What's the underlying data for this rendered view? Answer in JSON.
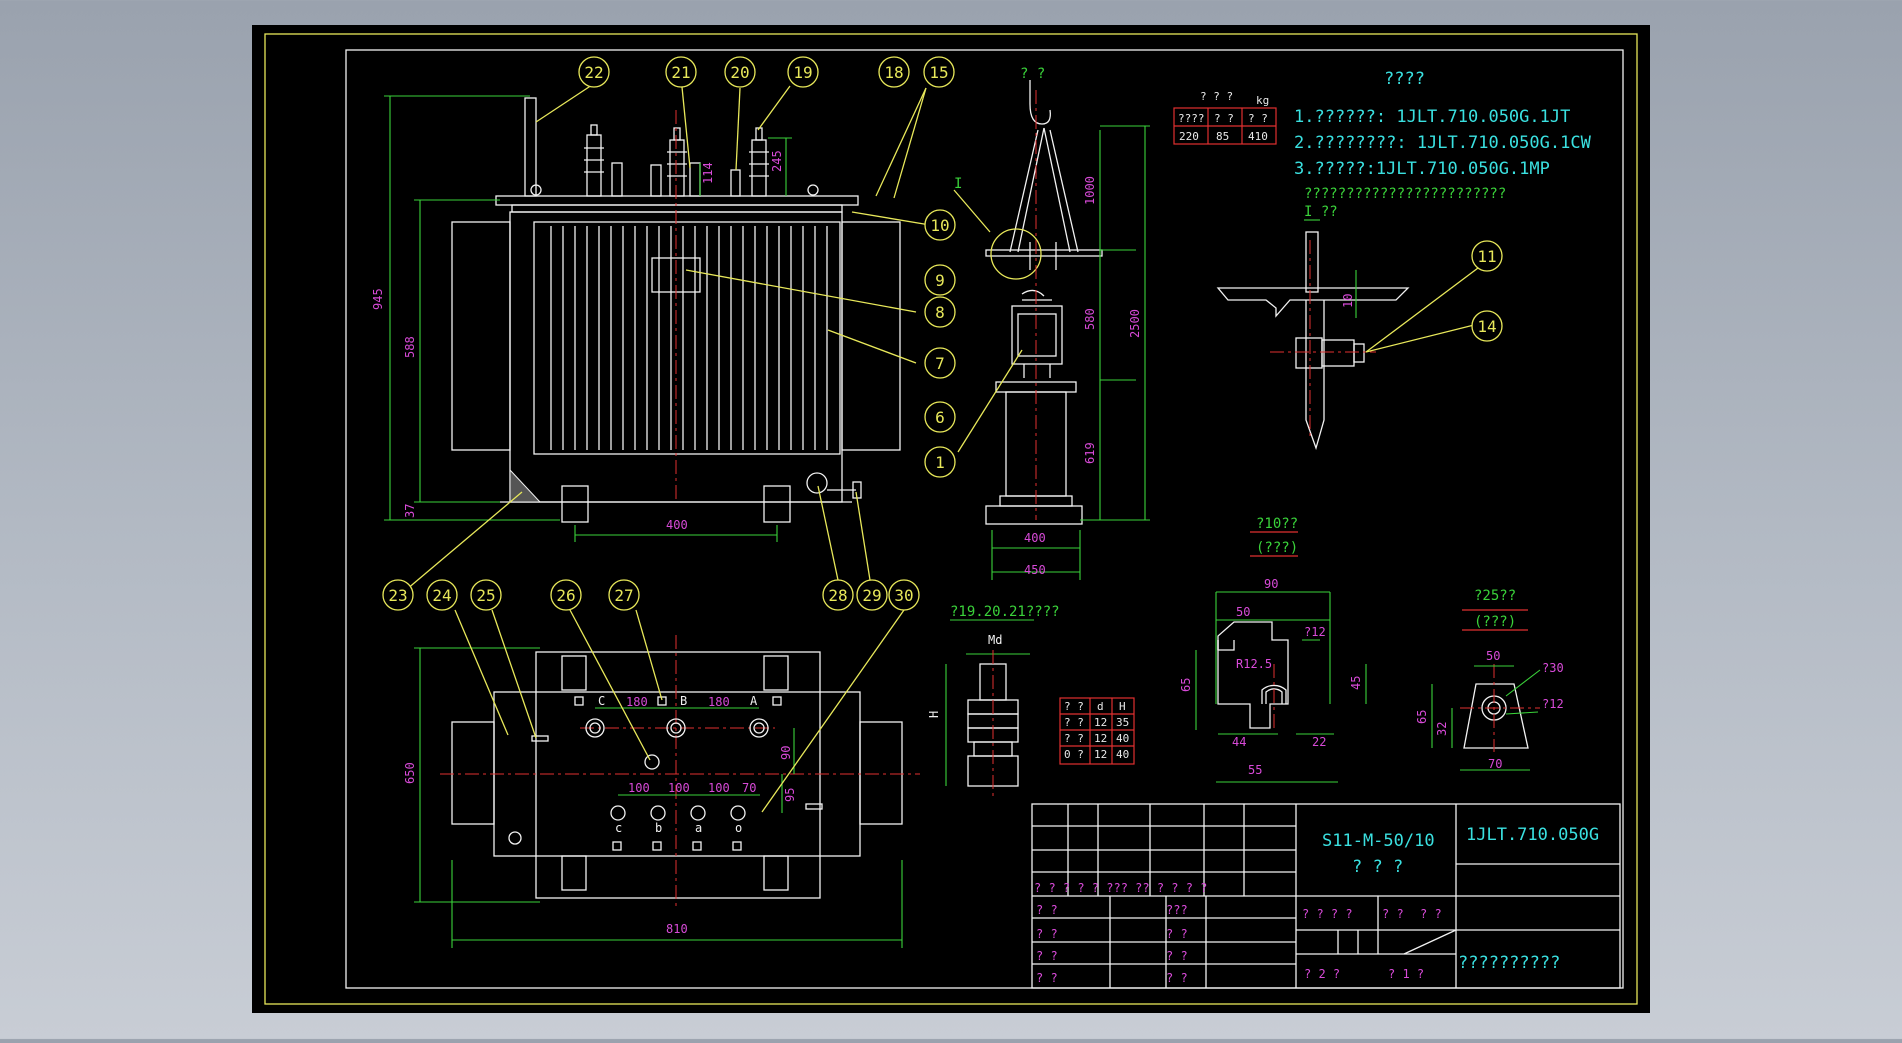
{
  "colors": {
    "background_top": "#9aa2ae",
    "sheet": "#000000",
    "frame_yellow": "#e8e85a",
    "outline_white": "#f2f2f2",
    "dimension_green": "#3ad23a",
    "dimension_text_magenta": "#d84ad8",
    "centerline_red": "#e03030",
    "note_cyan": "#3ae0e0"
  },
  "balloons": [
    "22",
    "21",
    "20",
    "19",
    "18",
    "15",
    "10",
    "9",
    "8",
    "7",
    "6",
    "1",
    "23",
    "24",
    "25",
    "26",
    "27",
    "28",
    "29",
    "30",
    "11",
    "14"
  ],
  "dims": {
    "d945": "945",
    "d588": "588",
    "d37": "37",
    "d400": "400",
    "d245": "245",
    "d114": "114",
    "d1000": "1000",
    "d580": "580",
    "d619": "619",
    "d2500": "2500",
    "d400b": "400",
    "d450": "450",
    "d10": "10",
    "d650": "650",
    "d810": "810",
    "d180a": "180",
    "d180b": "180",
    "d90": "90",
    "d100a": "100",
    "d100b": "100",
    "d100c": "100",
    "d70": "70",
    "d95": "95",
    "labels_hv": [
      "C",
      "B",
      "A"
    ],
    "labels_lv": [
      "c",
      "b",
      "a",
      "o"
    ]
  },
  "weights": {
    "unit": "kg",
    "header_title": "? ? ?",
    "cols": [
      "????",
      "? ?",
      "? ?"
    ],
    "values": [
      "220",
      "85",
      "410"
    ]
  },
  "notes": {
    "title": "????",
    "lines": [
      "1.??????: 1JLT.710.050G.1JT",
      "2.????????: 1JLT.710.050G.1CW",
      "3.?????:1JLT.710.050G.1MP"
    ],
    "extra": "????????????????????????"
  },
  "views": {
    "detail_I_label": "I",
    "detail_I_title": "I ??",
    "lifting_label": "? ?",
    "bolt_title": "?19.20.21????",
    "bolt_md": "Md",
    "bolt_h": "H",
    "part10_title": "?10??",
    "part10_sub": "(???)",
    "part25_title": "?25??",
    "part25_sub": "(???)"
  },
  "bolt_table": {
    "headers": [
      "? ?",
      "d",
      "H"
    ],
    "rows": [
      [
        "? ?",
        "12",
        "35"
      ],
      [
        "? ?",
        "12",
        "40"
      ],
      [
        "0 ?",
        "12",
        "40"
      ]
    ]
  },
  "part10_dims": {
    "w90": "90",
    "w50": "50",
    "r12": "?12",
    "r125": "R12.5",
    "h65": "65",
    "h45": "45",
    "w44": "44",
    "w22": "22",
    "w55": "55"
  },
  "part25_dims": {
    "w50": "50",
    "phi30": "?30",
    "r12": "?12",
    "h65": "65",
    "h32": "32",
    "w70": "70"
  },
  "title_block": {
    "model": "S11-M-50/10",
    "model_sub": "? ? ?",
    "drawing_no": "1JLT.710.050G",
    "row1": "? ?   ? ?    ?   ??? ??   ?   ? ? ?",
    "row2a": "? ?",
    "row2b": "???",
    "row3a": "? ?",
    "row3b": "? ?",
    "row4a": "? ?",
    "row4b": "? ?",
    "row5a": "? ?",
    "row5b": "? ?",
    "stage": "? ? ? ?",
    "scale": "? ?",
    "sheet": "? ?",
    "page_a": "? 2 ?",
    "page_b": "? 1 ?",
    "company": "??????????"
  }
}
